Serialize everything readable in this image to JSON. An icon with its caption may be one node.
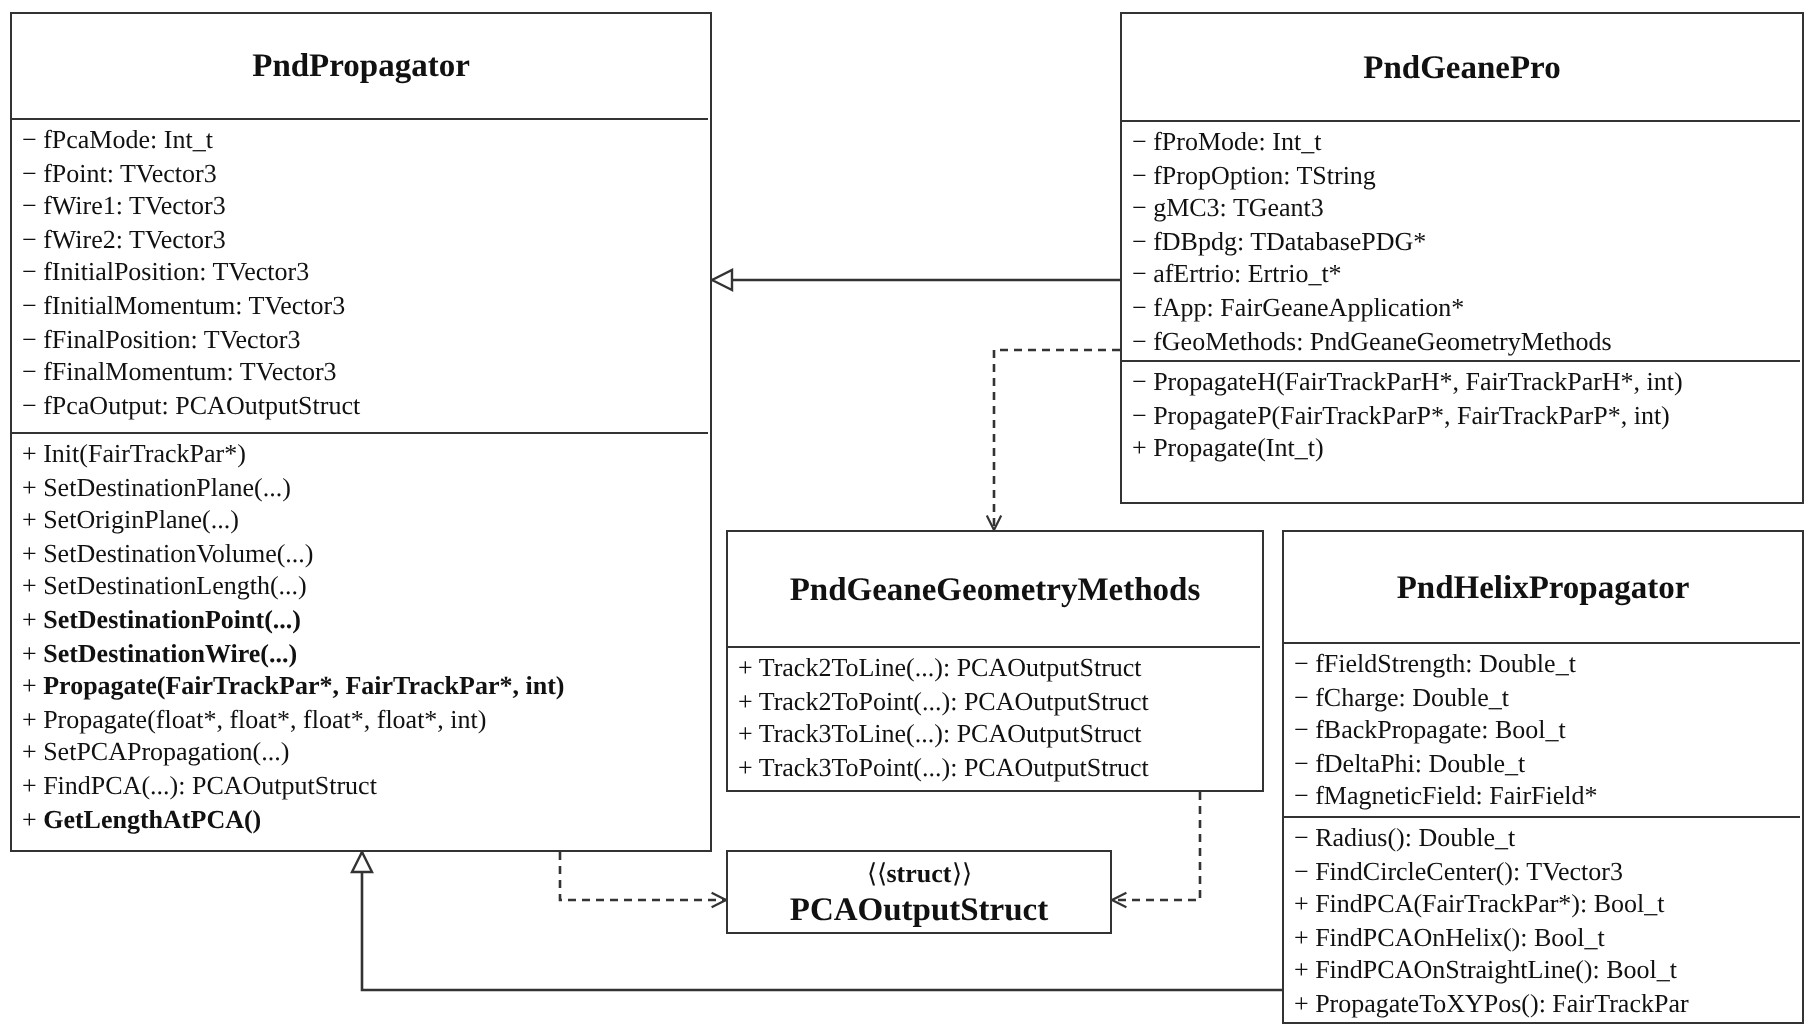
{
  "diagram": {
    "nodes": [
      {
        "text": [
          "PndPropagator"
        ]
      },
      {
        "text": [
          "− fPcaMode: Int_t",
          "− fPoint: TVector3",
          "− fWire1: TVector3",
          "− fWire2: TVector3",
          "− fInitialPosition: TVector3",
          "− fInitialMomentum: TVector3",
          "− fFinalPosition: TVector3",
          "− fFinalMomentum: TVector3",
          "− fPcaOutput: PCAOutputStruct"
        ],
        "in": 0
      },
      {
        "text": [
          "+ Init(FairTrackPar*)",
          "+ SetDestinationPlane(...)",
          "+ SetOriginPlane(...)",
          "+ SetDestinationVolume(...)",
          "+ SetDestinationLength(...)",
          "+ **SetDestinationPoint(...)**",
          "+ **SetDestinationWire(...)**",
          "+ **Propagate(FairTrackPar*, FairTrackPar*, int)**",
          "+ Propagate(float*, float*, float*, float*, int)",
          "+ SetPCAPropagation(...)",
          "+ FindPCA(...): PCAOutputStruct",
          "+ **GetLengthAtPCA()**"
        ],
        "in": 0
      },
      {
        "text": [
          "PndGeanePro"
        ]
      },
      {
        "text": [
          "− fProMode: Int_t",
          "− fPropOption: TString",
          "− gMC3: TGeant3",
          "− fDBpdg: TDatabasePDG*",
          "− afErtrio: Ertrio_t*",
          "− fApp: FairGeaneApplication*",
          "− fGeoMethods: PndGeaneGeometryMethods"
        ],
        "in": 3
      },
      {
        "text": [
          "− PropagateH(FairTrackParH*, FairTrackParH*, int)",
          "− PropagateP(FairTrackParP*, FairTrackParP*, int)",
          "+ Propagate(Int_t)"
        ],
        "in": 3
      },
      {
        "text": [
          "PndGeaneGeometryMethods"
        ]
      },
      {
        "text": [
          "+ Track2ToLine(...): PCAOutputStruct",
          "+ Track2ToPoint(...): PCAOutputStruct",
          "+ Track3ToLine(...): PCAOutputStruct",
          "+ Track3ToPoint(...): PCAOutputStruct"
        ],
        "in": 6
      },
      {
        "text": [
          "⟨⟨**struct**⟩⟩",
          "PCAOutputStruct"
        ]
      },
      {
        "text": [
          "PndHelixPropagator"
        ]
      },
      {
        "text": [
          "− fFieldStrength: Double_t",
          "− fCharge: Double_t",
          "− fBackPropagate: Bool_t",
          "− fDeltaPhi: Double_t",
          "− fMagneticField: FairField*"
        ],
        "in": 9
      },
      {
        "text": [
          "− Radius(): Double_t",
          "− FindCircleCenter(): TVector3",
          "+ FindPCA(FairTrackPar*): Bool_t",
          "+ FindPCAOnHelix(): Bool_t",
          "+ FindPCAOnStraightLine(): Bool_t",
          "+ PropagateToXYPos(): FairTrackPar"
        ],
        "in": 9
      }
    ],
    "edges": [
      {
        "from": 3,
        "to": 0,
        "arrow": "to"
      },
      {
        "from": 9,
        "to": 0,
        "arrow": "to"
      },
      {
        "from": 3,
        "to": 6,
        "arrow": "to",
        "style": "dashed"
      },
      {
        "from": 0,
        "to": 8,
        "arrow": "to",
        "style": "dashed"
      },
      {
        "from": 6,
        "to": 8,
        "arrow": "to",
        "style": "dashed"
      }
    ]
  }
}
